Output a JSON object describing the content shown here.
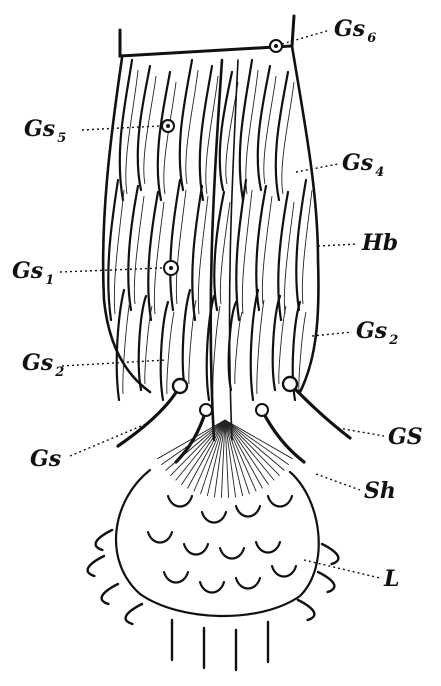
{
  "figure": {
    "labels": [
      {
        "key": "gs6",
        "main": "Gs",
        "sub": "6"
      },
      {
        "key": "gs5",
        "main": "Gs",
        "sub": "5"
      },
      {
        "key": "gs4",
        "main": "Gs",
        "sub": "4"
      },
      {
        "key": "hb",
        "main": "Hb",
        "sub": ""
      },
      {
        "key": "gs1",
        "main": "Gs",
        "sub": "1"
      },
      {
        "key": "gs2",
        "main": "Gs",
        "sub": "2"
      },
      {
        "key": "gs_low",
        "main": "Gs",
        "sub": "2"
      },
      {
        "key": "gs_left",
        "main": "Gs",
        "sub": ""
      },
      {
        "key": "gs_right",
        "main": "GS",
        "sub": ""
      },
      {
        "key": "sh",
        "main": "Sh",
        "sub": ""
      },
      {
        "key": "l",
        "main": "L",
        "sub": ""
      }
    ]
  }
}
